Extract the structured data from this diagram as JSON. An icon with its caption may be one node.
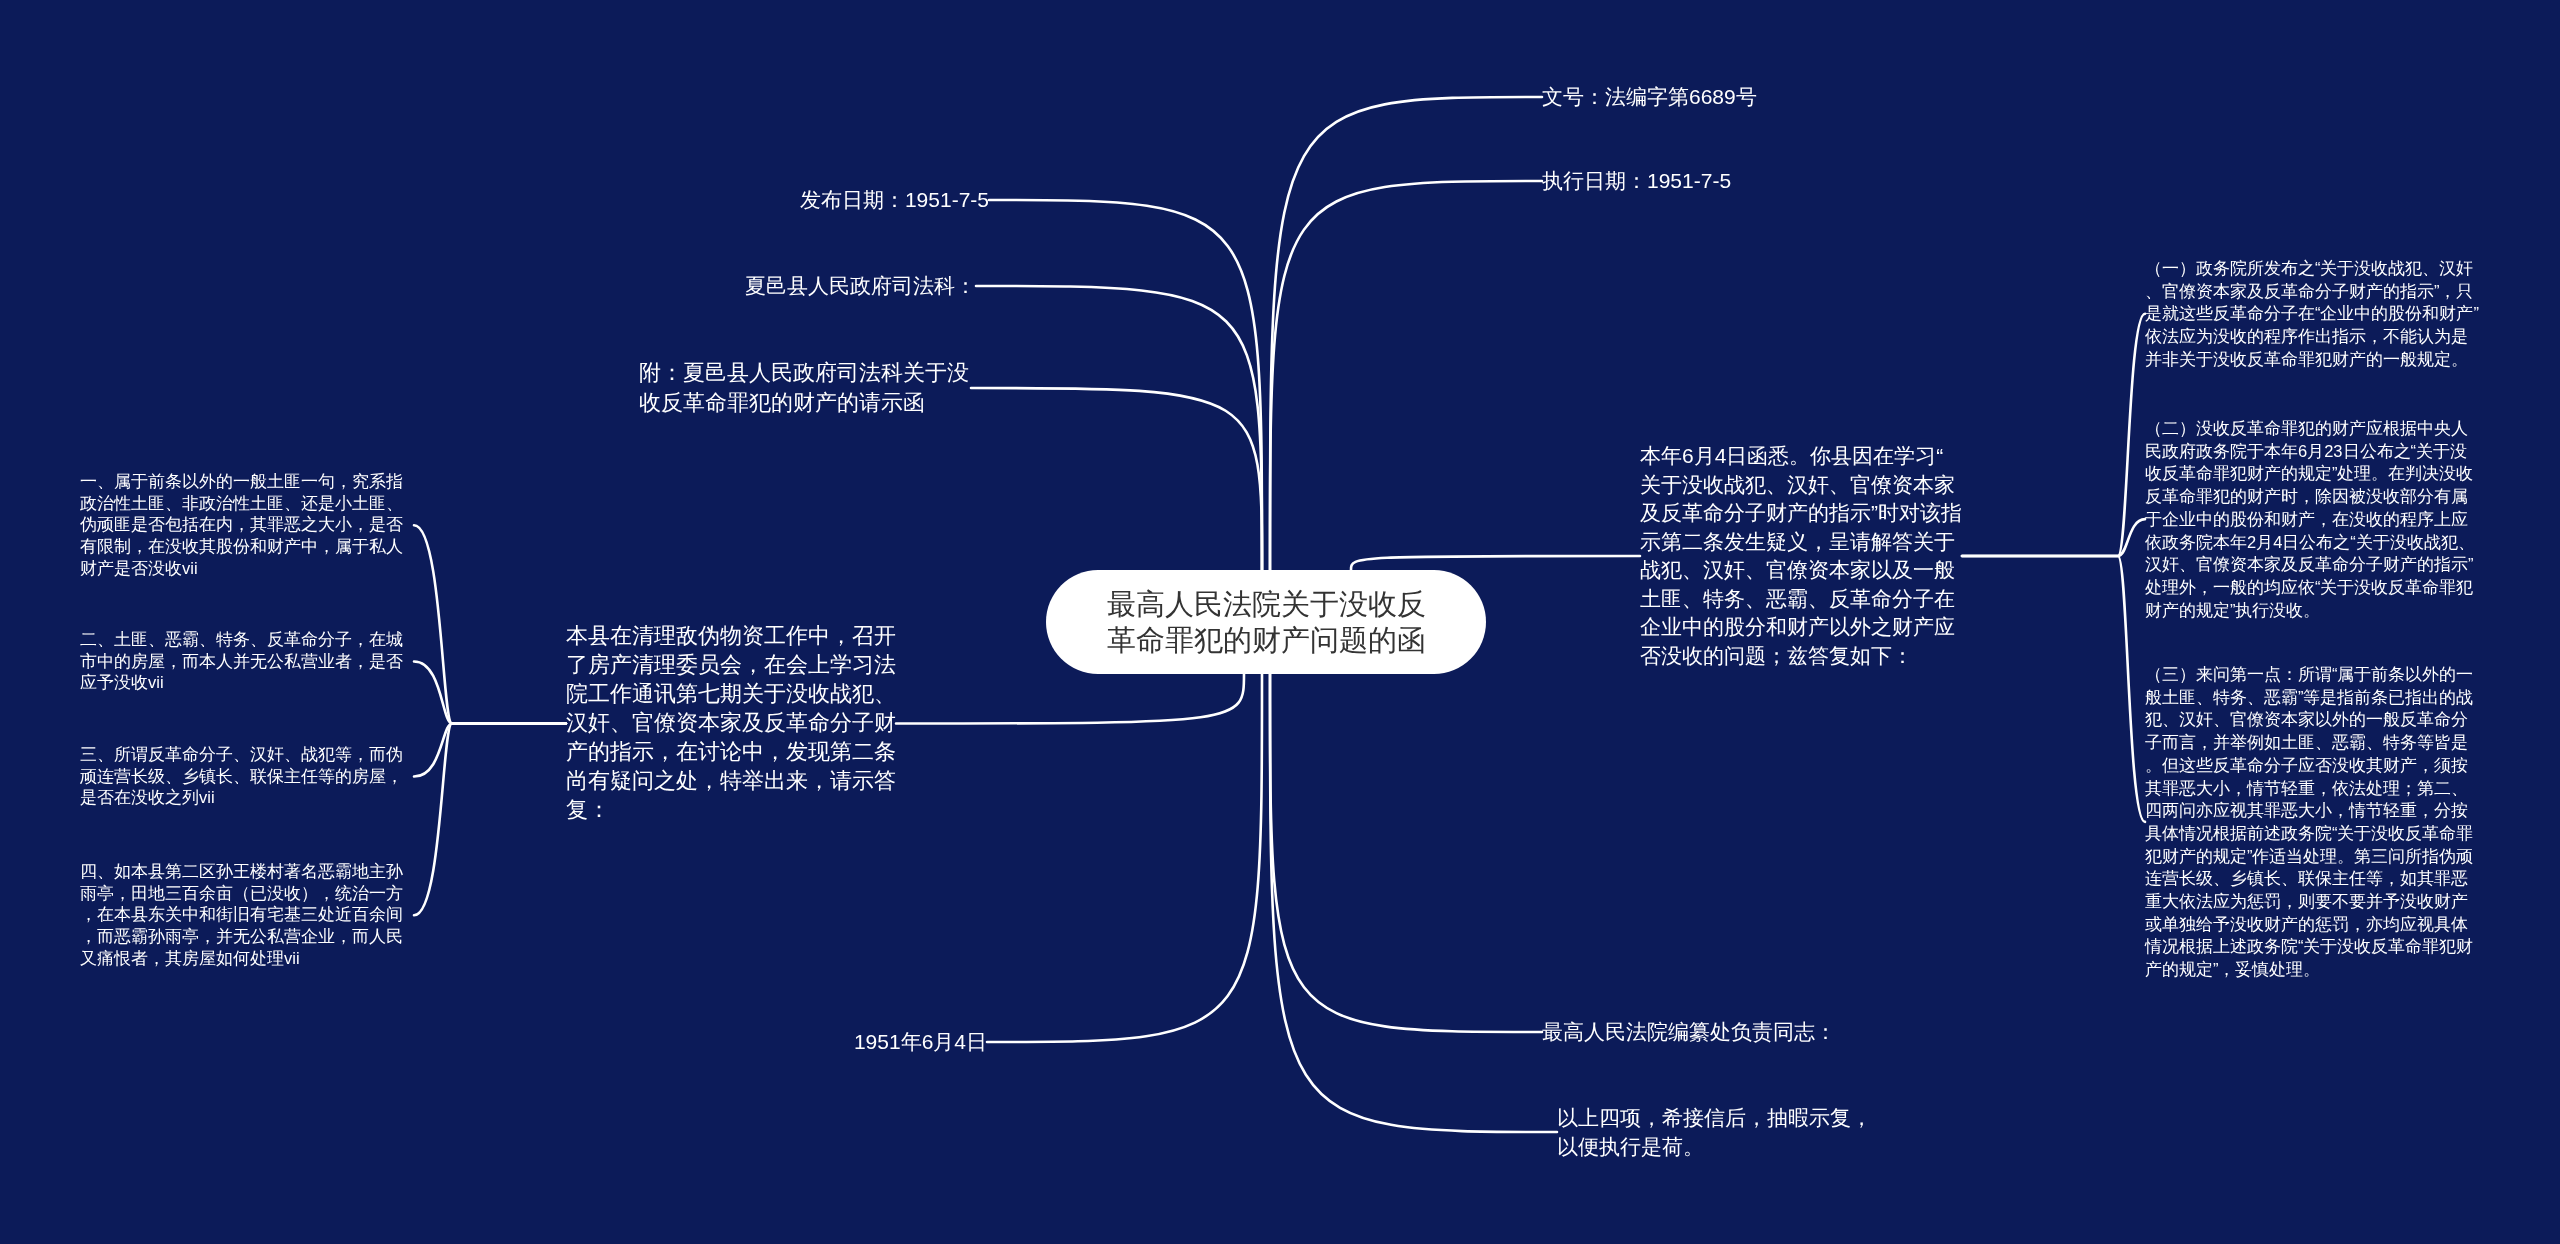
{
  "diagram": {
    "nodes": [
      {
        "text": [
          "最高人民法院关于没收反革命罪犯的财产问题的函"
        ]
      },
      {
        "text": [
          "文号：法编字第6689号"
        ]
      },
      {
        "text": [
          "执行日期：1951-7-5"
        ]
      },
      {
        "text": [
          "本年6月4日函悉。你县因在学习“关于没收战犯、汉奸、官僚资本家及反革命分子财产的指示”时对该指示第二条发生疑义，呈请解答关于战犯、汉奸、官僚资本家以及一般土匪、特务、恶霸、反革命分子在企业中的股分和财产以外之财产应否没收的问题；兹答复如下："
        ]
      },
      {
        "text": [
          "（一）政务院所发布之“关于没收战犯、汉奸、官僚资本家及反革命分子财产的指示”，只是就这些反革命分子在“企业中的股份和财产”依法应为没收的程序作出指示，不能认为是并非关于没收反革命罪犯财产的一般规定。"
        ]
      },
      {
        "text": [
          "（二）没收反革命罪犯的财产应根据中央人民政府政务院于本年6月23日公布之“关于没收反革命罪犯财产的规定”处理。在判决没收反革命罪犯的财产时，除因被没收部分有属于企业中的股份和财产，在没收的程序上应依政务院本年2月4日公布之“关于没收战犯、汉奸、官僚资本家及反革命分子财产的指示”处理外，一般的均应依“关于没收反革命罪犯财产的规定”执行没收。"
        ]
      },
      {
        "text": [
          "（三）来问第一点：所谓“属于前条以外的一般土匪、特务、恶霸”等是指前条已指出的战犯、汉奸、官僚资本家以外的一般反革命分子而言，并举例如土匪、恶霸、特务等皆是。但这些反革命分子应否没收其财产，须按其罪恶大小，情节轻重，依法处理；第二、四两问亦应视其罪恶大小，情节轻重，分按具体情况根据前述政务院“关于没收反革命罪犯财产的规定”作适当处理。第三问所指伪顽连营长级、乡镇长、联保主任等，如其罪恶重大依法应为惩罚，则要不要并予没收财产或单独给予没收财产的惩罚，亦均应视具体情况根据上述政务院“关于没收反革命罪犯财产的规定”，妥慎处理。"
        ]
      },
      {
        "text": [
          "最高人民法院编纂处负责同志："
        ]
      },
      {
        "text": [
          "以上四项，希接信后，抽暇示复，以便执行是荷。"
        ]
      },
      {
        "text": [
          "发布日期：1951-7-5"
        ]
      },
      {
        "text": [
          "夏邑县人民政府司法科："
        ]
      },
      {
        "text": [
          "附：夏邑县人民政府司法科关于没收反革命罪犯的财产的请示函"
        ]
      },
      {
        "text": [
          "本县在清理敌伪物资工作中，召开了房产清理委员会，在会上学习法院工作通讯第七期关于没收战犯、汉奸、官僚资本家及反革命分子财产的指示，在讨论中，发现第二条尚有疑问之处，特举出来，请示答复："
        ]
      },
      {
        "text": [
          "一、属于前条以外的一般土匪一句，究系指政治性土匪、非政治性土匪、还是小土匪、伪顽匪是否包括在内，其罪恶之大小，是否有限制，在没收其股份和财产中，属于私人财产是否没收vii"
        ]
      },
      {
        "text": [
          "二、土匪、恶霸、特务、反革命分子，在城市中的房屋，而本人并无公私营业者，是否应予没收vii"
        ]
      },
      {
        "text": [
          "三、所谓反革命分子、汉奸、战犯等，而伪顽连营长级、乡镇长、联保主任等的房屋，是否在没收之列vii"
        ]
      },
      {
        "text": [
          "四、如本县第二区孙王楼村著名恶霸地主孙雨亭，田地三百余亩（已没收），统治一方，在本县东关中和街旧有宅基三处近百余间，而恶霸孙雨亭，并无公私营企业，而人民又痛恨者，其房屋如何处理vii"
        ]
      },
      {
        "text": [
          "1951年6月4日"
        ]
      }
    ],
    "edges": [
      {
        "from": 0,
        "to": 1,
        "arrow": "none"
      },
      {
        "from": 0,
        "to": 2,
        "arrow": "none"
      },
      {
        "from": 0,
        "to": 3,
        "arrow": "none"
      },
      {
        "from": 3,
        "to": 4,
        "arrow": "none"
      },
      {
        "from": 3,
        "to": 5,
        "arrow": "none"
      },
      {
        "from": 3,
        "to": 6,
        "arrow": "none"
      },
      {
        "from": 0,
        "to": 7,
        "arrow": "none"
      },
      {
        "from": 0,
        "to": 8,
        "arrow": "none"
      },
      {
        "from": 0,
        "to": 9,
        "arrow": "none"
      },
      {
        "from": 0,
        "to": 10,
        "arrow": "none"
      },
      {
        "from": 0,
        "to": 11,
        "arrow": "none"
      },
      {
        "from": 0,
        "to": 12,
        "arrow": "none"
      },
      {
        "from": 12,
        "to": 13,
        "arrow": "none"
      },
      {
        "from": 12,
        "to": 14,
        "arrow": "none"
      },
      {
        "from": 12,
        "to": 15,
        "arrow": "none"
      },
      {
        "from": 12,
        "to": 16,
        "arrow": "none"
      },
      {
        "from": 0,
        "to": 17,
        "arrow": "none"
      }
    ]
  }
}
